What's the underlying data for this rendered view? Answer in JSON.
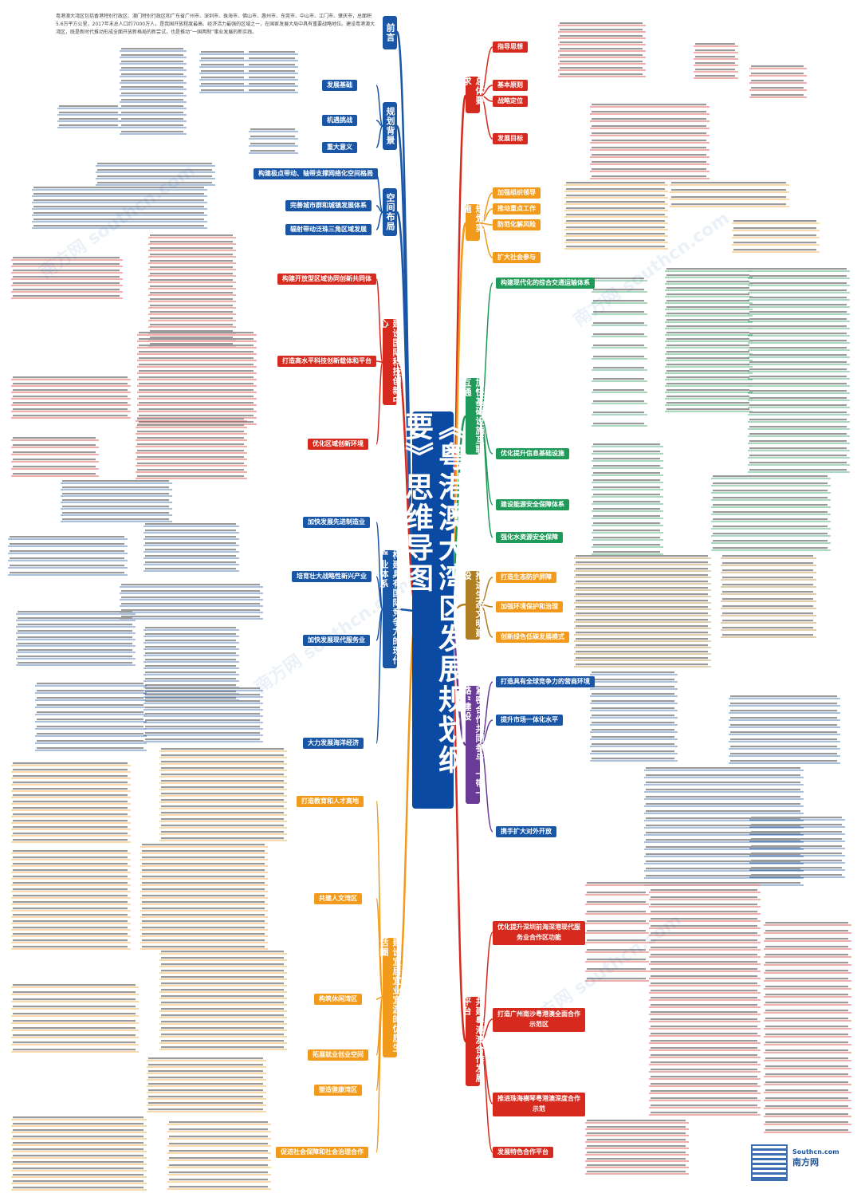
{
  "title": "《粤港澳大湾区发展规划纲要》思维导图",
  "intro": "粤港澳大湾区包括香港特别行政区、澳门特别行政区和广东省广州市、深圳市、珠海市、佛山市、惠州市、东莞市、中山市、江门市、肇庆市，总面积5.6万平方公里，2017年末总人口约7000万人，是我国开放程度最高、经济活力最强的区域之一，在国家发展大局中具有重要战略地位。建设粤港澳大湾区，既是新时代推动形成全面开放新格局的新尝试，也是推动“一国两制”事业发展的新实践。",
  "sections": {
    "qianyan": "前言",
    "guihua_beijing": "规划背景",
    "kongjian_buju": "空间布局",
    "guoji_keji": "建设国际科技创新中心",
    "xiandai_chanye": "构建具有国际竞争力的现代产业体系",
    "youzhi_shenghuo": "建设宜居宜业宜游的优质生活圈",
    "zongti_yaoqiu": "总体要求",
    "guihua_shishi": "规划实施",
    "jichu_sheshi": "加快基础设施互联互通",
    "shengtai": "推进生态文明建设",
    "yidai_yilu": "紧密合作共同参与“一带一路”建设",
    "hezuo_pingtai": "共建粤港澳合作发展平台"
  },
  "left_subs": [
    "发展基础",
    "机遇挑战",
    "重大意义",
    "构建极点带动、轴带支撑网络化空间格局",
    "完善城市群和城镇发展体系",
    "辐射带动泛珠三角区域发展",
    "构建开放型区域协同创新共同体",
    "打造高水平科技创新载体和平台",
    "优化区域创新环境",
    "加快发展先进制造业",
    "培育壮大战略性新兴产业",
    "加快发展现代服务业",
    "大力发展海洋经济",
    "打造教育和人才高地",
    "共建人文湾区",
    "构筑休闲湾区",
    "拓展就业创业空间",
    "塑造健康湾区",
    "促进社会保障和社会治理合作"
  ],
  "right_subs": [
    "指导思想",
    "基本原则",
    "战略定位",
    "发展目标",
    "加强组织领导",
    "推动重点工作",
    "防范化解风险",
    "扩大社会参与",
    "构建现代化的综合交通运输体系",
    "优化提升信息基础设施",
    "建设能源安全保障体系",
    "强化水资源安全保障",
    "打造生态防护屏障",
    "加强环境保护和治理",
    "创新绿色低碳发展模式",
    "打造具有全球竞争力的营商环境",
    "提升市场一体化水平",
    "携手扩大对外开放",
    "优化提升深圳前海深港现代服务业合作区功能",
    "打造广州南沙粤港澳全面合作示范区",
    "推进珠海横琴粤港澳深度合作示范",
    "发展特色合作平台"
  ],
  "colors": {
    "blue": "#1a56a6",
    "red": "#d62a1e",
    "orange": "#f29a1c",
    "green": "#1f9a58",
    "purple": "#6b3b98",
    "gold": "#b07f24",
    "center": "#0b4aa2"
  },
  "brand": "南方网",
  "brand_url": "Southcn.com",
  "watermark": "南方网 southcn.com"
}
